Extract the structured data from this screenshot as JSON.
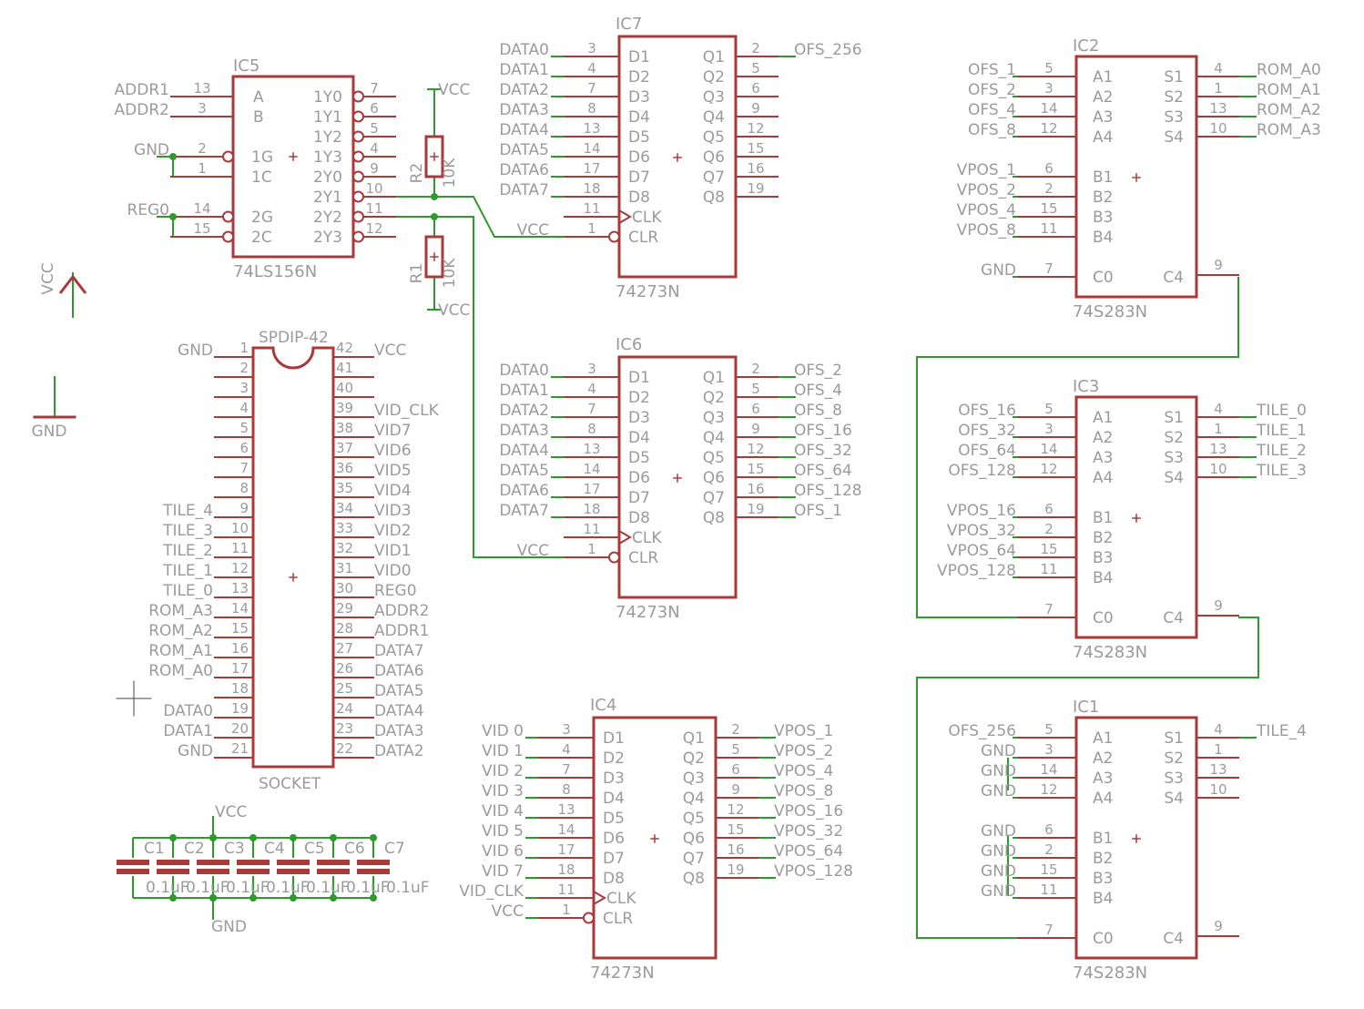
{
  "colors": {
    "background": "#ffffff",
    "body": "#a83a3a",
    "wire": "#2e9a2e",
    "pin": "#a83a3a",
    "text": "#9b9b9b",
    "junction": "#2e9a2e"
  },
  "chips": {
    "ic5": {
      "name": "IC5",
      "value": "74LS156N",
      "left_pins": [
        {
          "net": "ADDR1",
          "num": "13",
          "label": "A",
          "neg": false
        },
        {
          "net": "ADDR2",
          "num": "3",
          "label": "B",
          "neg": false
        },
        {
          "net": "GND",
          "num": "2",
          "label": "1G",
          "neg": true
        },
        {
          "net": "",
          "num": "1",
          "label": "1C",
          "neg": false
        },
        {
          "net": "REG0",
          "num": "14",
          "label": "2G",
          "neg": true
        },
        {
          "net": "",
          "num": "15",
          "label": "2C",
          "neg": true
        }
      ],
      "right_pins": [
        {
          "num": "7",
          "label": "1Y0"
        },
        {
          "num": "6",
          "label": "1Y1"
        },
        {
          "num": "5",
          "label": "1Y2"
        },
        {
          "num": "4",
          "label": "1Y3"
        },
        {
          "num": "9",
          "label": "2Y0"
        },
        {
          "num": "10",
          "label": "2Y1"
        },
        {
          "num": "11",
          "label": "2Y2"
        },
        {
          "num": "12",
          "label": "2Y3"
        }
      ]
    },
    "ic7": {
      "name": "IC7",
      "value": "74273N",
      "inputs": [
        {
          "net": "DATA0",
          "num": "3",
          "label": "D1"
        },
        {
          "net": "DATA1",
          "num": "4",
          "label": "D2"
        },
        {
          "net": "DATA2",
          "num": "7",
          "label": "D3"
        },
        {
          "net": "DATA3",
          "num": "8",
          "label": "D4"
        },
        {
          "net": "DATA4",
          "num": "13",
          "label": "D5"
        },
        {
          "net": "DATA5",
          "num": "14",
          "label": "D6"
        },
        {
          "net": "DATA6",
          "num": "17",
          "label": "D7"
        },
        {
          "net": "DATA7",
          "num": "18",
          "label": "D8"
        }
      ],
      "outputs": [
        {
          "net": "OFS_256",
          "num": "2",
          "label": "Q1"
        },
        {
          "net": "",
          "num": "5",
          "label": "Q2"
        },
        {
          "net": "",
          "num": "6",
          "label": "Q3"
        },
        {
          "net": "",
          "num": "9",
          "label": "Q4"
        },
        {
          "net": "",
          "num": "12",
          "label": "Q5"
        },
        {
          "net": "",
          "num": "15",
          "label": "Q6"
        },
        {
          "net": "",
          "num": "16",
          "label": "Q7"
        },
        {
          "net": "",
          "num": "19",
          "label": "Q8"
        }
      ],
      "clk": {
        "net": "",
        "num": "11",
        "label": "CLK"
      },
      "clr": {
        "net": "VCC",
        "num": "1",
        "label": "CLR"
      }
    },
    "ic6": {
      "name": "IC6",
      "value": "74273N",
      "inputs": [
        {
          "net": "DATA0",
          "num": "3",
          "label": "D1"
        },
        {
          "net": "DATA1",
          "num": "4",
          "label": "D2"
        },
        {
          "net": "DATA2",
          "num": "7",
          "label": "D3"
        },
        {
          "net": "DATA3",
          "num": "8",
          "label": "D4"
        },
        {
          "net": "DATA4",
          "num": "13",
          "label": "D5"
        },
        {
          "net": "DATA5",
          "num": "14",
          "label": "D6"
        },
        {
          "net": "DATA6",
          "num": "17",
          "label": "D7"
        },
        {
          "net": "DATA7",
          "num": "18",
          "label": "D8"
        }
      ],
      "outputs": [
        {
          "net": "OFS_2",
          "num": "2",
          "label": "Q1"
        },
        {
          "net": "OFS_4",
          "num": "5",
          "label": "Q2"
        },
        {
          "net": "OFS_8",
          "num": "6",
          "label": "Q3"
        },
        {
          "net": "OFS_16",
          "num": "9",
          "label": "Q4"
        },
        {
          "net": "OFS_32",
          "num": "12",
          "label": "Q5"
        },
        {
          "net": "OFS_64",
          "num": "15",
          "label": "Q6"
        },
        {
          "net": "OFS_128",
          "num": "16",
          "label": "Q7"
        },
        {
          "net": "OFS_1",
          "num": "19",
          "label": "Q8"
        }
      ],
      "clk": {
        "net": "",
        "num": "11",
        "label": "CLK"
      },
      "clr": {
        "net": "VCC",
        "num": "1",
        "label": "CLR"
      }
    },
    "ic4": {
      "name": "IC4",
      "value": "74273N",
      "inputs": [
        {
          "net": "VID 0",
          "num": "3",
          "label": "D1"
        },
        {
          "net": "VID 1",
          "num": "4",
          "label": "D2"
        },
        {
          "net": "VID 2",
          "num": "7",
          "label": "D3"
        },
        {
          "net": "VID 3",
          "num": "8",
          "label": "D4"
        },
        {
          "net": "VID 4",
          "num": "13",
          "label": "D5"
        },
        {
          "net": "VID 5",
          "num": "14",
          "label": "D6"
        },
        {
          "net": "VID 6",
          "num": "17",
          "label": "D7"
        },
        {
          "net": "VID 7",
          "num": "18",
          "label": "D8"
        }
      ],
      "outputs": [
        {
          "net": "VPOS_1",
          "num": "2",
          "label": "Q1"
        },
        {
          "net": "VPOS_2",
          "num": "5",
          "label": "Q2"
        },
        {
          "net": "VPOS_4",
          "num": "6",
          "label": "Q3"
        },
        {
          "net": "VPOS_8",
          "num": "9",
          "label": "Q4"
        },
        {
          "net": "VPOS_16",
          "num": "12",
          "label": "Q5"
        },
        {
          "net": "VPOS_32",
          "num": "15",
          "label": "Q6"
        },
        {
          "net": "VPOS_64",
          "num": "16",
          "label": "Q7"
        },
        {
          "net": "VPOS_128",
          "num": "19",
          "label": "Q8"
        }
      ],
      "clk": {
        "net": "VID_CLK",
        "num": "11",
        "label": "CLK"
      },
      "clr": {
        "net": "VCC",
        "num": "1",
        "label": "CLR"
      }
    },
    "ic2": {
      "name": "IC2",
      "value": "74S283N",
      "a_pins": [
        {
          "net": "OFS_1",
          "num": "5",
          "label": "A1"
        },
        {
          "net": "OFS_2",
          "num": "3",
          "label": "A2"
        },
        {
          "net": "OFS_4",
          "num": "14",
          "label": "A3"
        },
        {
          "net": "OFS_8",
          "num": "12",
          "label": "A4"
        }
      ],
      "b_pins": [
        {
          "net": "VPOS_1",
          "num": "6",
          "label": "B1"
        },
        {
          "net": "VPOS_2",
          "num": "2",
          "label": "B2"
        },
        {
          "net": "VPOS_4",
          "num": "15",
          "label": "B3"
        },
        {
          "net": "VPOS_8",
          "num": "11",
          "label": "B4"
        }
      ],
      "c0": {
        "net": "GND",
        "num": "7",
        "label": "C0"
      },
      "s_pins": [
        {
          "net": "ROM_A0",
          "num": "4",
          "label": "S1"
        },
        {
          "net": "ROM_A1",
          "num": "1",
          "label": "S2"
        },
        {
          "net": "ROM_A2",
          "num": "13",
          "label": "S3"
        },
        {
          "net": "ROM_A3",
          "num": "10",
          "label": "S4"
        }
      ],
      "c4": {
        "num": "9",
        "label": "C4"
      }
    },
    "ic3": {
      "name": "IC3",
      "value": "74S283N",
      "a_pins": [
        {
          "net": "OFS_16",
          "num": "5",
          "label": "A1"
        },
        {
          "net": "OFS_32",
          "num": "3",
          "label": "A2"
        },
        {
          "net": "OFS_64",
          "num": "14",
          "label": "A3"
        },
        {
          "net": "OFS_128",
          "num": "12",
          "label": "A4"
        }
      ],
      "b_pins": [
        {
          "net": "VPOS_16",
          "num": "6",
          "label": "B1"
        },
        {
          "net": "VPOS_32",
          "num": "2",
          "label": "B2"
        },
        {
          "net": "VPOS_64",
          "num": "15",
          "label": "B3"
        },
        {
          "net": "VPOS_128",
          "num": "11",
          "label": "B4"
        }
      ],
      "c0": {
        "net": "",
        "num": "7",
        "label": "C0"
      },
      "s_pins": [
        {
          "net": "TILE_0",
          "num": "4",
          "label": "S1"
        },
        {
          "net": "TILE_1",
          "num": "1",
          "label": "S2"
        },
        {
          "net": "TILE_2",
          "num": "13",
          "label": "S3"
        },
        {
          "net": "TILE_3",
          "num": "10",
          "label": "S4"
        }
      ],
      "c4": {
        "num": "9",
        "label": "C4"
      }
    },
    "ic1": {
      "name": "IC1",
      "value": "74S283N",
      "a_pins": [
        {
          "net": "OFS_256",
          "num": "5",
          "label": "A1"
        },
        {
          "net": "GND",
          "num": "3",
          "label": "A2"
        },
        {
          "net": "GND",
          "num": "14",
          "label": "A3"
        },
        {
          "net": "GND",
          "num": "12",
          "label": "A4"
        }
      ],
      "b_pins": [
        {
          "net": "GND",
          "num": "6",
          "label": "B1"
        },
        {
          "net": "GND",
          "num": "2",
          "label": "B2"
        },
        {
          "net": "GND",
          "num": "15",
          "label": "B3"
        },
        {
          "net": "GND",
          "num": "11",
          "label": "B4"
        }
      ],
      "c0": {
        "net": "",
        "num": "7",
        "label": "C0"
      },
      "s_pins": [
        {
          "net": "TILE_4",
          "num": "4",
          "label": "S1"
        },
        {
          "net": "",
          "num": "1",
          "label": "S2"
        },
        {
          "net": "",
          "num": "13",
          "label": "S3"
        },
        {
          "net": "",
          "num": "10",
          "label": "S4"
        }
      ],
      "c4": {
        "num": "9",
        "label": "C4"
      }
    }
  },
  "socket": {
    "name": "SPDIP-42",
    "value": "SOCKET",
    "left": [
      {
        "num": "1",
        "net": "GND"
      },
      {
        "num": "2",
        "net": ""
      },
      {
        "num": "3",
        "net": ""
      },
      {
        "num": "4",
        "net": ""
      },
      {
        "num": "5",
        "net": ""
      },
      {
        "num": "6",
        "net": ""
      },
      {
        "num": "7",
        "net": ""
      },
      {
        "num": "8",
        "net": ""
      },
      {
        "num": "9",
        "net": "TILE_4"
      },
      {
        "num": "10",
        "net": "TILE_3"
      },
      {
        "num": "11",
        "net": "TILE_2"
      },
      {
        "num": "12",
        "net": "TILE_1"
      },
      {
        "num": "13",
        "net": "TILE_0"
      },
      {
        "num": "14",
        "net": "ROM_A3"
      },
      {
        "num": "15",
        "net": "ROM_A2"
      },
      {
        "num": "16",
        "net": "ROM_A1"
      },
      {
        "num": "17",
        "net": "ROM_A0"
      },
      {
        "num": "18",
        "net": ""
      },
      {
        "num": "19",
        "net": "DATA0"
      },
      {
        "num": "20",
        "net": "DATA1"
      },
      {
        "num": "21",
        "net": "GND"
      }
    ],
    "right": [
      {
        "num": "42",
        "net": "VCC"
      },
      {
        "num": "41",
        "net": ""
      },
      {
        "num": "40",
        "net": ""
      },
      {
        "num": "39",
        "net": "VID_CLK"
      },
      {
        "num": "38",
        "net": "VID7"
      },
      {
        "num": "37",
        "net": "VID6"
      },
      {
        "num": "36",
        "net": "VID5"
      },
      {
        "num": "35",
        "net": "VID4"
      },
      {
        "num": "34",
        "net": "VID3"
      },
      {
        "num": "33",
        "net": "VID2"
      },
      {
        "num": "32",
        "net": "VID1"
      },
      {
        "num": "31",
        "net": "VID0"
      },
      {
        "num": "30",
        "net": "REG0"
      },
      {
        "num": "29",
        "net": "ADDR2"
      },
      {
        "num": "28",
        "net": "ADDR1"
      },
      {
        "num": "27",
        "net": "DATA7"
      },
      {
        "num": "26",
        "net": "DATA6"
      },
      {
        "num": "25",
        "net": "DATA5"
      },
      {
        "num": "24",
        "net": "DATA4"
      },
      {
        "num": "23",
        "net": "DATA3"
      },
      {
        "num": "22",
        "net": "DATA2"
      }
    ]
  },
  "resistors": [
    {
      "name": "R2",
      "value": "10K",
      "supply": "VCC"
    },
    {
      "name": "R1",
      "value": "10K",
      "supply": "VCC"
    }
  ],
  "capacitors": {
    "supply": "VCC",
    "ground": "GND",
    "names": [
      "C1",
      "C2",
      "C3",
      "C4",
      "C5",
      "C6",
      "C7"
    ],
    "values": [
      "0.1uF",
      "0.1uF",
      "0.1uF",
      "0.1uF",
      "0.1uF",
      "0.1uF",
      "0.1uF"
    ]
  },
  "power_symbols": {
    "vcc": "VCC",
    "gnd": "GND"
  }
}
